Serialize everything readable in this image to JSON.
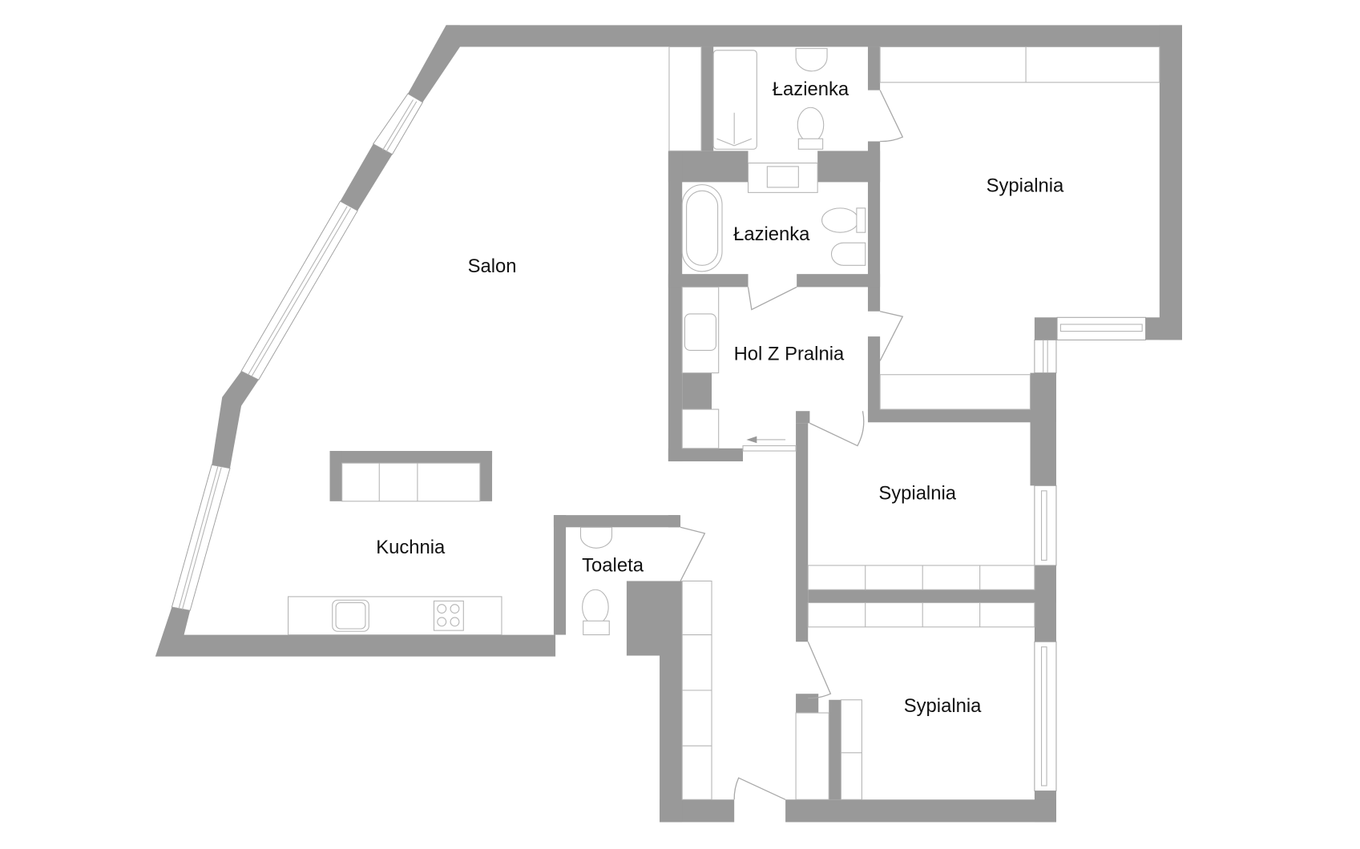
{
  "floor_plan": {
    "colors": {
      "wall": "#999999",
      "fixture_line": "#b5b5b5",
      "label": "#111111",
      "background": "#ffffff"
    },
    "rooms": [
      {
        "id": "salon",
        "label": "Salon"
      },
      {
        "id": "kuchnia",
        "label": "Kuchnia"
      },
      {
        "id": "toaleta",
        "label": "Toaleta"
      },
      {
        "id": "lazienka-1",
        "label": "Łazienka"
      },
      {
        "id": "lazienka-2",
        "label": "Łazienka"
      },
      {
        "id": "hol-z-pralnia",
        "label": "Hol Z Pralnia"
      },
      {
        "id": "sypialnia-1",
        "label": "Sypialnia"
      },
      {
        "id": "sypialnia-2",
        "label": "Sypialnia"
      },
      {
        "id": "sypialnia-3",
        "label": "Sypialnia"
      }
    ]
  }
}
